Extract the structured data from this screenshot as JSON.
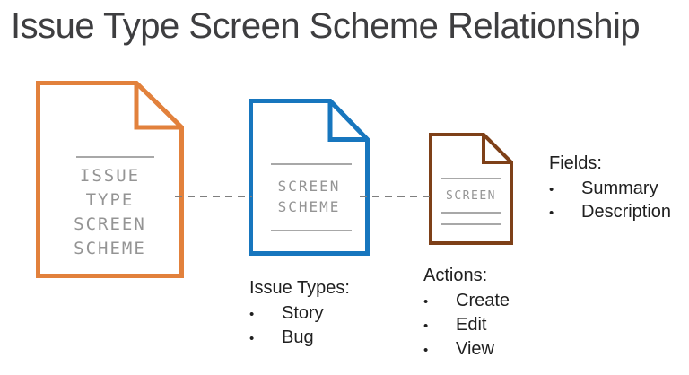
{
  "title": "Issue Type Screen Scheme Relationship",
  "colors": {
    "orange": "#e2813c",
    "blue": "#1776be",
    "brown": "#7e4018",
    "connector": "#7f7f7f"
  },
  "bullet_char": "•",
  "documents": [
    {
      "name": "Issue Type Screen Scheme",
      "label_lines": [
        "ISSUE",
        "TYPE",
        "SCREEN",
        "SCHEME"
      ]
    },
    {
      "name": "Screen Scheme",
      "label_lines": [
        "SCREEN",
        "SCHEME"
      ]
    },
    {
      "name": "Screen",
      "label_lines": [
        "SCREEN"
      ]
    }
  ],
  "notes": {
    "issue_types": {
      "header": "Issue Types:",
      "items": [
        "Story",
        "Bug"
      ]
    },
    "actions": {
      "header": "Actions:",
      "items": [
        "Create",
        "Edit",
        "View"
      ]
    },
    "fields": {
      "header": "Fields:",
      "items": [
        "Summary",
        "Description"
      ]
    }
  }
}
